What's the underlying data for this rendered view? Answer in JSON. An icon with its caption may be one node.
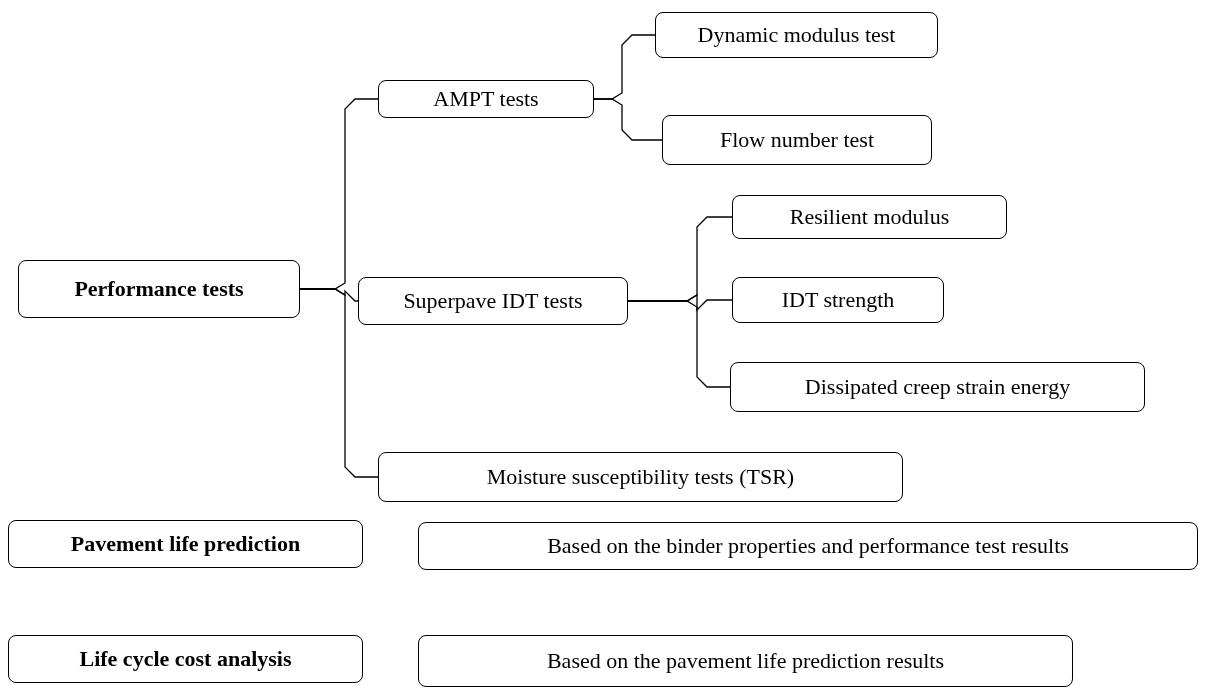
{
  "diagram": {
    "nodes": [
      {
        "text": [
          "Performance tests"
        ]
      },
      {
        "text": [
          "AMPT tests"
        ]
      },
      {
        "text": [
          "Dynamic modulus test"
        ]
      },
      {
        "text": [
          "Flow number test"
        ]
      },
      {
        "text": [
          "Superpave IDT tests"
        ]
      },
      {
        "text": [
          "Resilient modulus"
        ]
      },
      {
        "text": [
          "IDT strength"
        ]
      },
      {
        "text": [
          "Dissipated creep strain energy"
        ]
      },
      {
        "text": [
          "Moisture susceptibility tests (TSR)"
        ]
      },
      {
        "text": [
          "Pavement life prediction"
        ]
      },
      {
        "text": [
          "Based on the binder properties and performance test results"
        ]
      },
      {
        "text": [
          "Life cycle cost analysis"
        ]
      },
      {
        "text": [
          "Based on the pavement life prediction results"
        ]
      }
    ],
    "edges": [
      {
        "from": 0,
        "to": 1,
        "arrow": "none"
      },
      {
        "from": 0,
        "to": 4,
        "arrow": "none"
      },
      {
        "from": 0,
        "to": 8,
        "arrow": "none"
      },
      {
        "from": 1,
        "to": 2,
        "arrow": "none"
      },
      {
        "from": 1,
        "to": 3,
        "arrow": "none"
      },
      {
        "from": 4,
        "to": 5,
        "arrow": "none"
      },
      {
        "from": 4,
        "to": 6,
        "arrow": "none"
      },
      {
        "from": 4,
        "to": 7,
        "arrow": "none"
      }
    ]
  }
}
